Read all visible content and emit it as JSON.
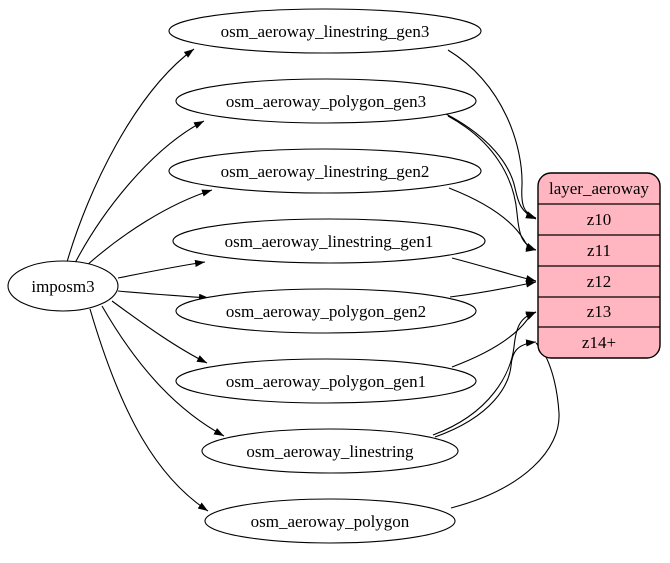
{
  "diagram": {
    "kind": "graphviz-dependency-graph",
    "source_node": {
      "label": "imposm3"
    },
    "tables": [
      {
        "label": "osm_aeroway_linestring_gen3",
        "feeds": [
          "z10"
        ]
      },
      {
        "label": "osm_aeroway_polygon_gen3",
        "feeds": [
          "z10",
          "z11"
        ]
      },
      {
        "label": "osm_aeroway_linestring_gen2",
        "feeds": [
          "z11"
        ]
      },
      {
        "label": "osm_aeroway_linestring_gen1",
        "feeds": [
          "z12"
        ]
      },
      {
        "label": "osm_aeroway_polygon_gen2",
        "feeds": [
          "z12"
        ]
      },
      {
        "label": "osm_aeroway_polygon_gen1",
        "feeds": [
          "z13"
        ]
      },
      {
        "label": "osm_aeroway_linestring",
        "feeds": [
          "z13",
          "z14+"
        ]
      },
      {
        "label": "osm_aeroway_polygon",
        "feeds": [
          "z14+"
        ]
      }
    ],
    "layer_node": {
      "title": "layer_aeroway",
      "rows": [
        "z10",
        "z11",
        "z12",
        "z13",
        "z14+"
      ],
      "fill": "#ffb6c1",
      "stroke": "#000000"
    },
    "colors": {
      "background": "#ffffff",
      "node_fill": "#ffffff",
      "edge": "#000000"
    }
  }
}
